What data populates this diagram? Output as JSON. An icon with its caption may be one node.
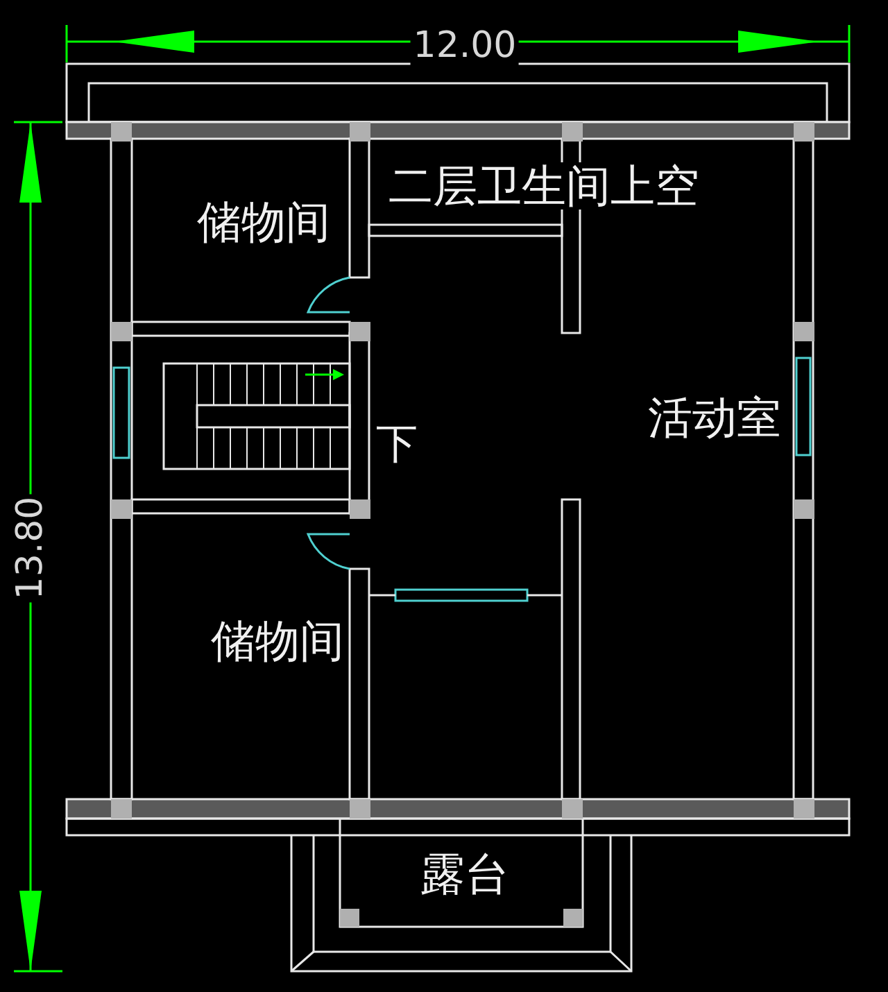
{
  "diagram": {
    "labels": [
      "12.00",
      "13.80",
      "储物间",
      "二层卫生间上空",
      "下",
      "活动室",
      "储物间",
      "露台"
    ]
  }
}
